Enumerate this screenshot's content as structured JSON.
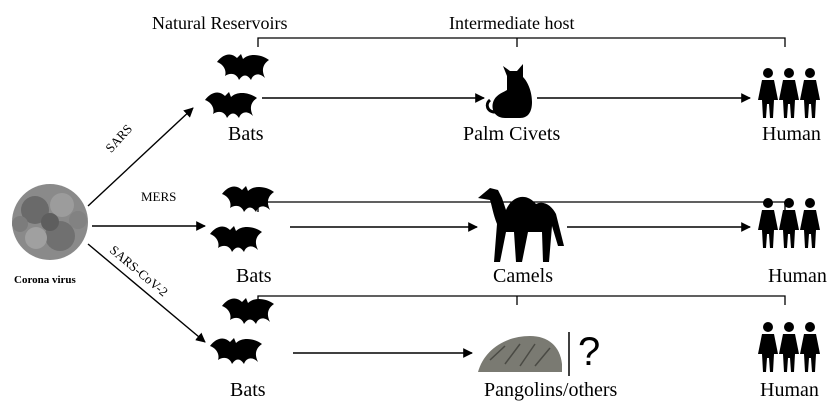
{
  "headers": {
    "natural_reservoirs": "Natural Reservoirs",
    "intermediate_host": "Intermediate host"
  },
  "source": {
    "label": "Corona virus"
  },
  "routes": [
    {
      "virus": "SARS",
      "reservoir": "Bats",
      "intermediate": "Palm Civets",
      "human": "Human"
    },
    {
      "virus": "MERS",
      "reservoir": "Bats",
      "intermediate": "Camels",
      "human": "Human"
    },
    {
      "virus": "SARS-CoV-2",
      "reservoir": "Bats",
      "intermediate": "Pangolins/others",
      "human": "Human",
      "unknown_mark": "?"
    }
  ],
  "colors": {
    "ink": "#000000",
    "virus": "#6e6e6e",
    "pangolin": "#7a7a72"
  },
  "icons": [
    "virus-icon",
    "bat-icon",
    "cat-icon",
    "camel-icon",
    "pangolin-icon",
    "people-icon"
  ]
}
